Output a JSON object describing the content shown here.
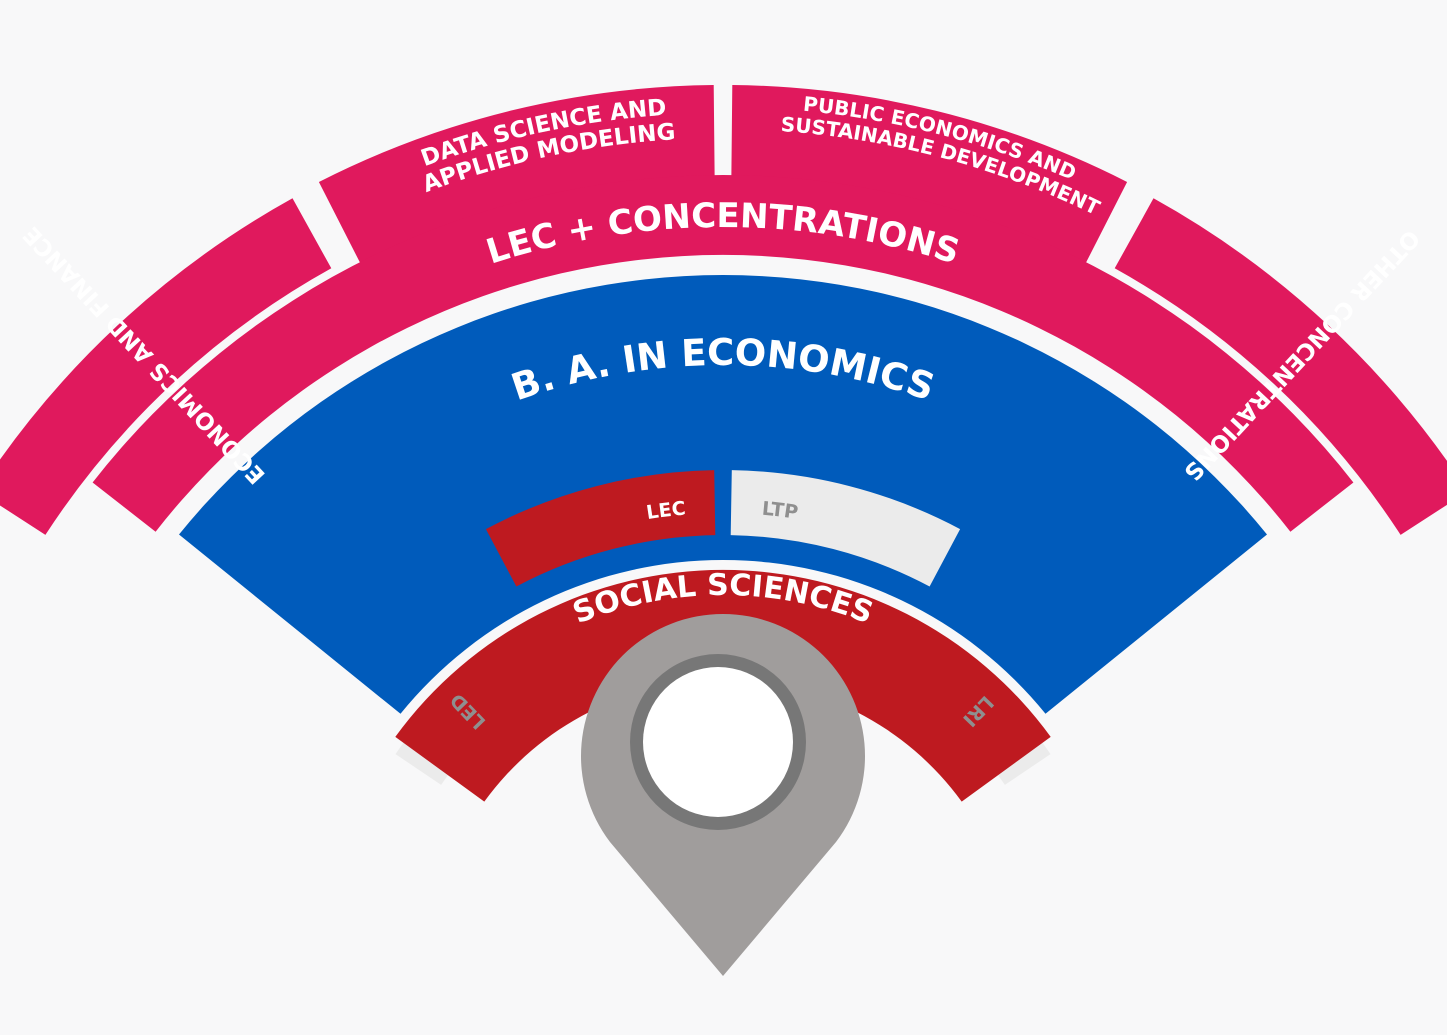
{
  "colors": {
    "background": "#f8f8f9",
    "concentration": "#e0195d",
    "degree": "#005bbb",
    "base": "#be1a20",
    "inactive": "#ebebeb",
    "inactive_text": "#8f8f8f",
    "pin": "#a09d9c",
    "pin_ring": "#777777",
    "pin_hole": "#ffffff",
    "text_on_color": "#ffffff"
  },
  "outer_ring": [
    {
      "lines": [
        "ECONOMICS AND FINANCE"
      ]
    },
    {
      "lines": [
        "DATA SCIENCE AND",
        "APPLIED MODELING"
      ]
    },
    {
      "lines": [
        "PUBLIC ECONOMICS AND",
        "SUSTAINABLE DEVELOPMENT"
      ]
    },
    {
      "lines": [
        "OTHER CONCENTRATIONS"
      ]
    }
  ],
  "lec_concentrations": {
    "label": "LEC + CONCENTRATIONS"
  },
  "ba_economics": {
    "label": "B. A. IN ECONOMICS"
  },
  "labs": [
    {
      "label": "LED",
      "active": false
    },
    {
      "label": "LEC",
      "active": true
    },
    {
      "label": "LTP",
      "active": false
    },
    {
      "label": "LRI",
      "active": false
    }
  ],
  "social_sciences": {
    "label": "SOCIAL SCIENCES"
  },
  "pin": {
    "icon": "map-pin-icon"
  }
}
